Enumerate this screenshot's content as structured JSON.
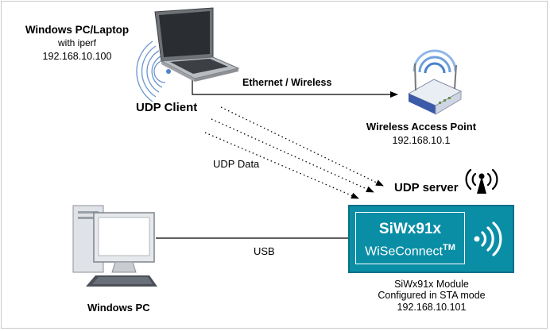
{
  "laptop": {
    "title": "Windows PC/Laptop",
    "subtitle": "with iperf",
    "ip": "192.168.10.100",
    "role": "UDP Client"
  },
  "link_label": "Ethernet / Wireless",
  "access_point": {
    "title": "Wireless Access Point",
    "ip": "192.168.10.1"
  },
  "udp_data_label": "UDP Data",
  "server_label": "UDP server",
  "module": {
    "name": "SiWx91x",
    "brand": "WiSeConnect",
    "trademark": "TM",
    "caption_line1": "SiWx91x Module",
    "caption_line2": "Configured in STA mode",
    "ip": "192.168.10.101"
  },
  "usb_label": "USB",
  "desktop_label": "Windows PC",
  "colors": {
    "module_teal": "#0a8ea6",
    "module_border": "#0b6f88",
    "ap_blue": "#3c5aa8",
    "wave_blue": "#4f83c7"
  },
  "icons": [
    "laptop-icon",
    "wifi-waves-icon",
    "wireless-router-icon",
    "antenna-signal-icon",
    "desktop-pc-icon",
    "wireless-signal-icon"
  ]
}
